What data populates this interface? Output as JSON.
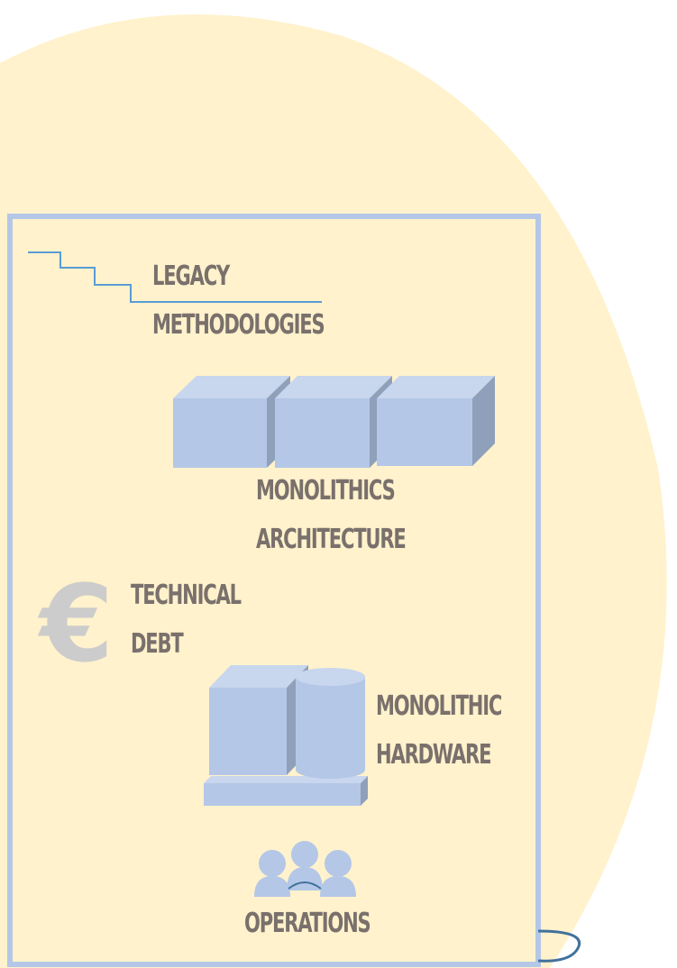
{
  "labels": {
    "legacy": "LEGACY",
    "methodologies": "METHODOLOGIES",
    "monolithics": "MONOLITHICS",
    "architecture": "ARCHITECTURE",
    "technical": "TECHNICAL",
    "debt": "DEBT",
    "monolithic": "MONOLITHIC",
    "hardware": "HARDWARE",
    "operations": "OPERATIONS"
  },
  "colors": {
    "blob": "#fff2cc",
    "frame": "#b4c7e7",
    "block_front": "#b4c7e7",
    "block_side": "#8fa0bb",
    "block_top": "#c8d6ee",
    "euro": "#cccccc",
    "stairs": "#5b9bd5",
    "text": "#7a706c",
    "handle": "#41719c"
  },
  "icons": [
    "stairs-icon",
    "server-blocks-icon",
    "euro-icon",
    "hardware-icon",
    "people-icon"
  ]
}
